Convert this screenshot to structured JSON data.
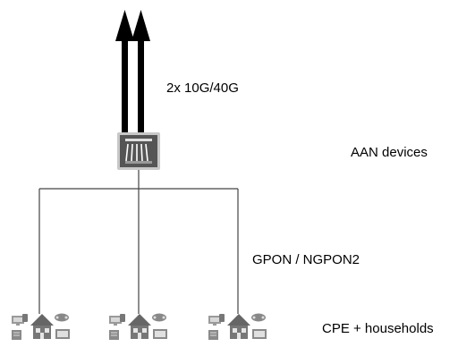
{
  "labels": {
    "uplink": "2x 10G/40G",
    "aan": "AAN devices",
    "pon": "GPON / NGPON2",
    "cpe": "CPE + households"
  },
  "households": {
    "count": 3
  },
  "colors": {
    "arrow": "#000000",
    "device_body": "#555555",
    "device_frame": "#c8c8c8",
    "line": "#444444",
    "icon": "#8a8a8a"
  },
  "icons": [
    "router-device-icon",
    "house-icon",
    "computer-icon",
    "phone-icon",
    "game-controller-icon",
    "tv-icon"
  ]
}
